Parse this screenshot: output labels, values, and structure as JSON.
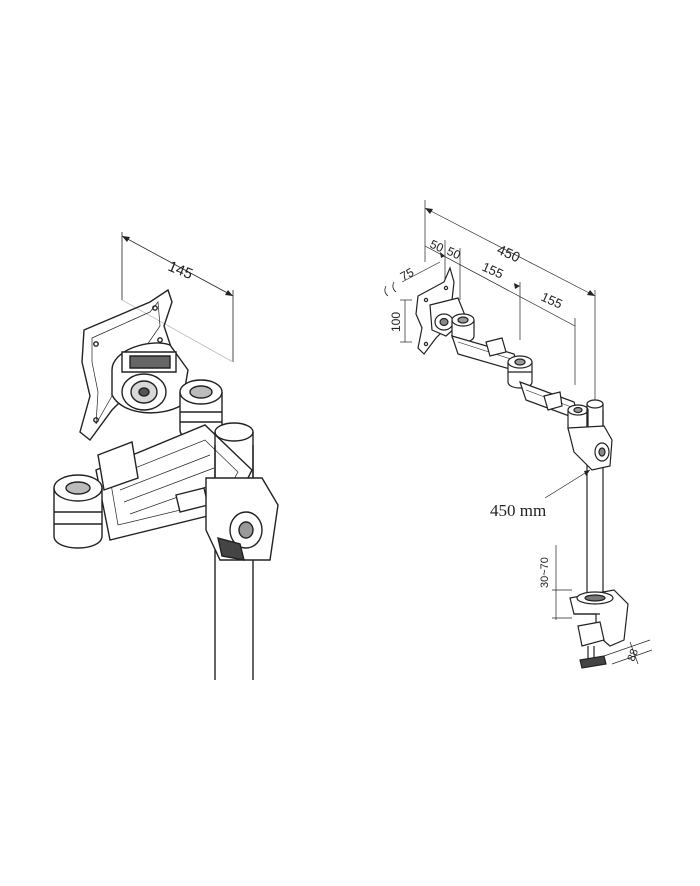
{
  "left_view": {
    "arm_width_label": "145"
  },
  "right_view": {
    "overall_reach_label": "450",
    "vesa_offset_a_label": "50",
    "vesa_offset_b_label": "50",
    "segment_1_label": "155",
    "segment_2_label": "155",
    "vesa_75_label": "75",
    "vesa_100_label": "100",
    "pole_height_label": "450 mm",
    "desk_thickness_label": "30~70",
    "clamp_depth_label": "88"
  },
  "colors": {
    "line": "#222222",
    "light_line": "#bbbbbb",
    "background": "#ffffff"
  }
}
